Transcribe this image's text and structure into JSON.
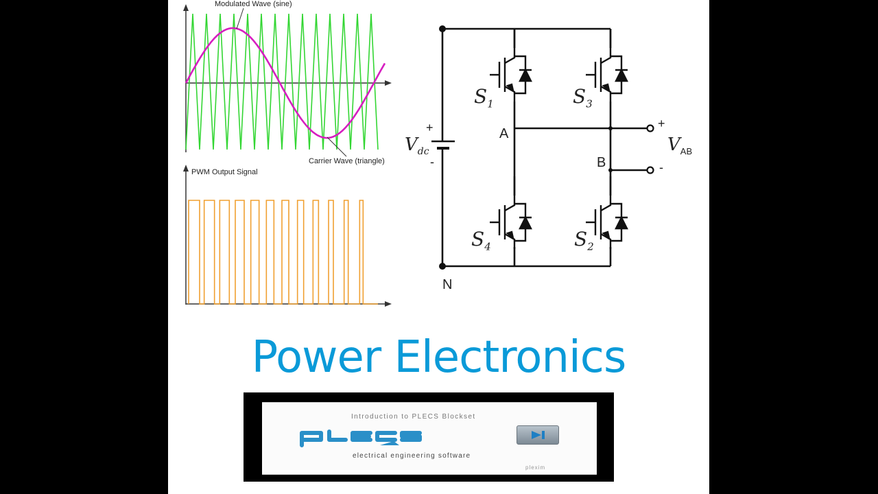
{
  "pwm_diagram": {
    "top_label_modulated": "Modulated Wave (sine)",
    "top_label_carrier": "Carrier Wave (triangle)",
    "bottom_label": "PWM Output Signal",
    "colors": {
      "sine": "#d61ec0",
      "carrier": "#33d633",
      "pwm": "#f0a030",
      "axis": "#333333"
    },
    "carrier_cycles": 14,
    "pwm_pulses": 12
  },
  "circuit": {
    "source_label": "V",
    "source_sub": "dc",
    "plus": "+",
    "minus": "-",
    "node_a": "A",
    "node_b": "B",
    "node_n": "N",
    "output_label": "V",
    "output_sub": "AB",
    "switches": [
      {
        "name": "S",
        "sub": "1"
      },
      {
        "name": "S",
        "sub": "3"
      },
      {
        "name": "S",
        "sub": "4"
      },
      {
        "name": "S",
        "sub": "2"
      }
    ]
  },
  "title": "Power Electronics",
  "video_thumb": {
    "heading": "Introduction to PLECS Blockset",
    "logo": "plecs",
    "tagline": "electrical engineering software",
    "brand": "plexim",
    "play_icon": "play-next-icon"
  }
}
